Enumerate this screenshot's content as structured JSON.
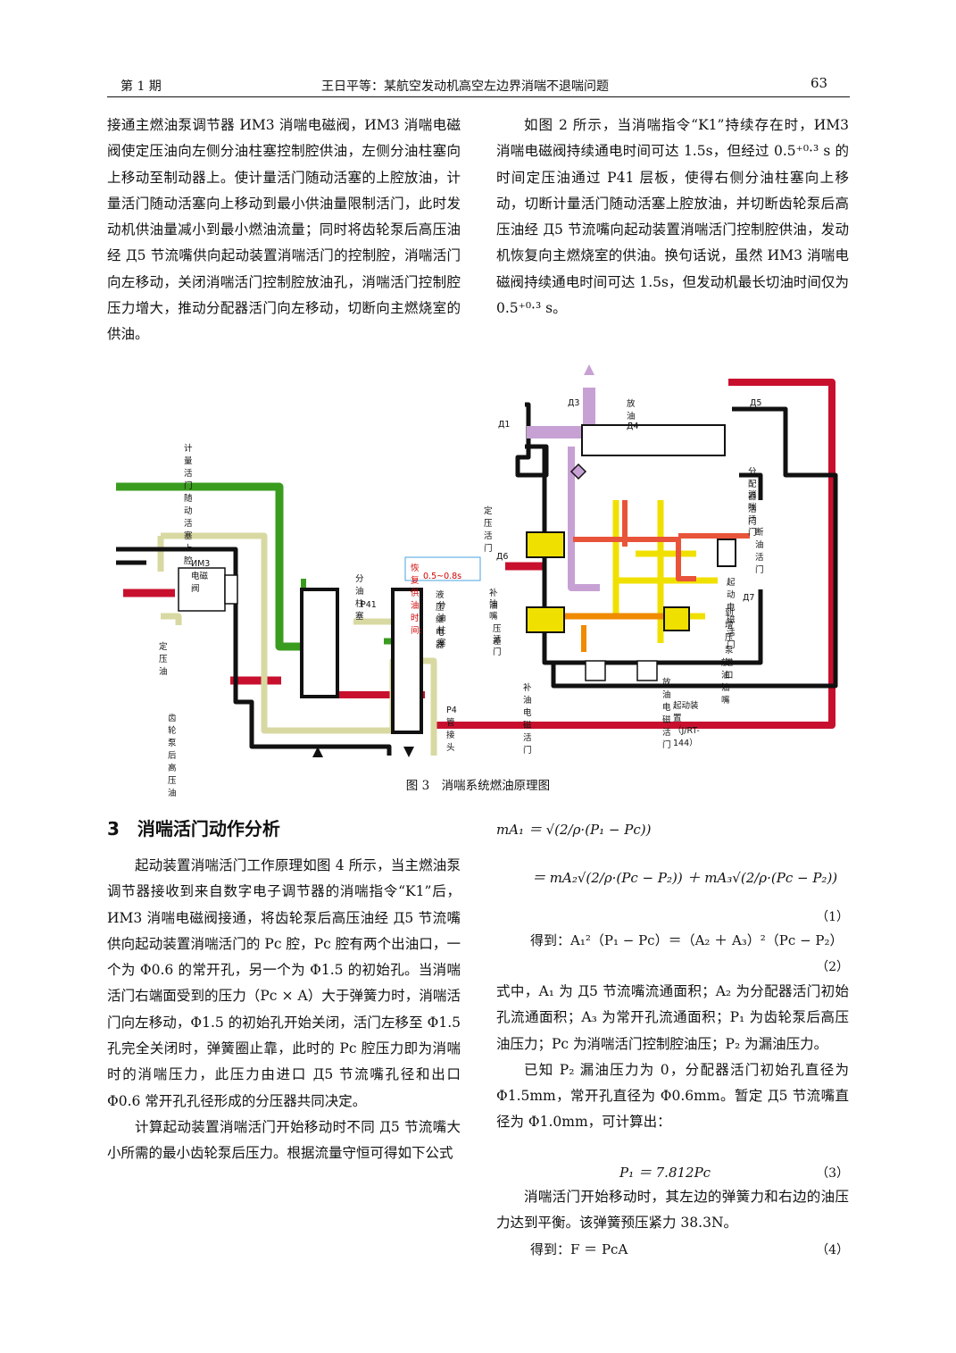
{
  "header": {
    "left": "第 1 期",
    "center": "王日平等：某航空发动机高空左边界消喘不退喘问题",
    "page": "63"
  },
  "left_top": "接通主燃油泵调节器 ИМ3 消喘电磁阀，ИМ3 消喘电磁阀使定压油向左侧分油柱塞控制腔供油，左侧分油柱塞向上移动至制动器上。使计量活门随动活塞的上腔放油，计量活门随动活塞向上移动到最小供油量限制活门，此时发动机供油量减小到最小燃油流量；同时将齿轮泵后高压油经 Д5 节流嘴供向起动装置消喘活门的控制腔，消喘活门向左移动，关闭消喘活门控制腔放油孔，消喘活门控制腔压力增大，推动分配器活门向左移动，切断向主燃烧室的供油。",
  "right_top": "如图 2 所示，当消喘指令“K1”持续存在时，ИМ3 消喘电磁阀持续通电时间可达 1.5s，但经过 0.5⁺⁰·³ s 的时间定压油通过 P41 层板，使得右侧分油柱塞向上移动，切断计量活门随动活塞上腔放油，并切断齿轮泵后高压油经 Д5 节流嘴向起动装置消喘活门控制腔供油，发动机恢复向主燃烧室的供油。换句话说，虽然 ИМ3 消喘电磁阀持续通电时间可达 1.5s，但发动机最长切油时间仅为 0.5⁺⁰·³ s。",
  "figure": {
    "caption": "图 3　消喘系统燃油原理图",
    "labels": {
      "d3": "Д3",
      "drain_d4": "放油Д4",
      "d5": "Д5",
      "d1": "Д1",
      "metering_upper": "计量活门随动活塞上腔",
      "distributor": "分配器活门",
      "surge_valve": "消喘活门",
      "const_press_valve": "定压活门",
      "cutoff_valve": "断油活门",
      "im3": "ИМ3电磁阀",
      "d6": "Д6",
      "split_plunger": "分油柱塞",
      "recover_title": "恢复供油时间:",
      "recover_value": "0.5~0.8s",
      "start_elec_valve": "起动电磁活门",
      "supply_nozzle_1": "补油",
      "supply_nozzle_2": "油嘴",
      "hydraulic_relay_1": "液压继电器",
      "hydraulic_relay_2": "分油柱塞",
      "d7": "Д7",
      "to_boost_pump": "到增压泵进口",
      "p41": "P41",
      "diff_valve_1": "压差",
      "diff_valve_2": "活门",
      "const_oil": "定压油",
      "drain_nozzle": "放油油嘴",
      "supply_solenoid": "补油电磁活门",
      "drain_solenoid": "放油电磁活门",
      "gear_pump": "齿轮泵后高压油",
      "starter": "起动装置（J/RT-144）",
      "p4": "P4管接头"
    }
  },
  "section_title": "3　消喘活门动作分析",
  "left_bottom_p1": "起动装置消喘活门工作原理如图 4 所示，当主燃油泵调节器接收到来自数字电子调节器的消喘指令“K1”后，ИМ3 消喘电磁阀接通，将齿轮泵后高压油经 Д5 节流嘴供向起动装置消喘活门的 Pc 腔，Pc 腔有两个出油口，一个为 Φ0.6 的常开孔，另一个为 Φ1.5 的初始孔。当消喘活门右端面受到的压力（Pc × A）大于弹簧力时，消喘活门向左移动，Φ1.5 的初始孔开始关闭，活门左移至 Φ1.5 孔完全关闭时，弹簧圈止靠，此时的 Pc 腔压力即为消喘时的消喘压力，此压力由进口 Д5 节流嘴孔径和出口 Φ0.6 常开孔孔径形成的分压器共同决定。",
  "left_bottom_p2": "计算起动装置消喘活门开始移动时不同 Д5 节流嘴大小所需的最小齿轮泵后压力。根据流量守恒可得如下公式",
  "eq1a": "mA₁ ＝ √(2/ρ·(P₁ − Pc))",
  "eq1b": "＝ mA₂√(2/ρ·(Pc − P₂)) ＋ mA₃√(2/ρ·(Pc − P₂))",
  "eq1_num": "（1）",
  "eq2": "得到：A₁²（P₁ − Pc）＝（A₂ ＋ A₃）²（Pc − P₂）",
  "eq2_num": "（2）",
  "right_p1": "式中，A₁ 为 Д5 节流嘴流通面积；A₂ 为分配器活门初始孔流通面积；A₃ 为常开孔流通面积；P₁ 为齿轮泵后高压油压力；Pc 为消喘活门控制腔油压；P₂ 为漏油压力。",
  "right_p2": "已知 P₂ 漏油压力为 0，分配器活门初始孔直径为 Φ1.5mm，常开孔直径为 Φ0.6mm。暂定 Д5 节流嘴直径为 Φ1.0mm，可计算出：",
  "eq3": "P₁ ＝ 7.812Pc",
  "eq3_num": "（3）",
  "right_p3": "消喘活门开始移动时，其左边的弹簧力和右边的油压力达到平衡。该弹簧预压紧力 38.3N。",
  "eq4": "得到：F ＝ PcA",
  "eq4_num": "（4）"
}
